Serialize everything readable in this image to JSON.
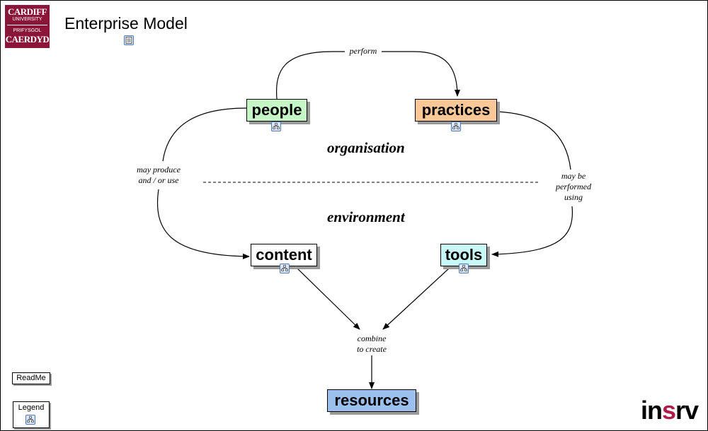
{
  "header": {
    "title": "Enterprise Model",
    "logo_line1": "CARDIFF",
    "logo_line2": "UNIVERSITY",
    "logo_line3": "PRIFYSGOL",
    "logo_line4": "CAERDYD"
  },
  "nodes": {
    "people": {
      "label": "people",
      "color": "#c6f5c6"
    },
    "practices": {
      "label": "practices",
      "color": "#f9c896"
    },
    "content": {
      "label": "content",
      "color": "#ffffff"
    },
    "tools": {
      "label": "tools",
      "color": "#c8f8f8"
    },
    "resources": {
      "label": "resources",
      "color": "#9cc0ee"
    }
  },
  "edge_labels": {
    "perform": "perform",
    "may_produce": "may produce\nand / or use",
    "may_be": "may be\nperformed\nusing",
    "combine": "combine\nto create"
  },
  "regions": {
    "upper": "organisation",
    "lower": "environment"
  },
  "buttons": {
    "readme": "ReadMe",
    "legend": "Legend"
  },
  "brand": {
    "pre": "in",
    "mid": "s",
    "post": "rv",
    "accent": "#b01c4a"
  },
  "icons": {
    "doc": "document-icon",
    "hierarchy": "hierarchy-icon"
  }
}
